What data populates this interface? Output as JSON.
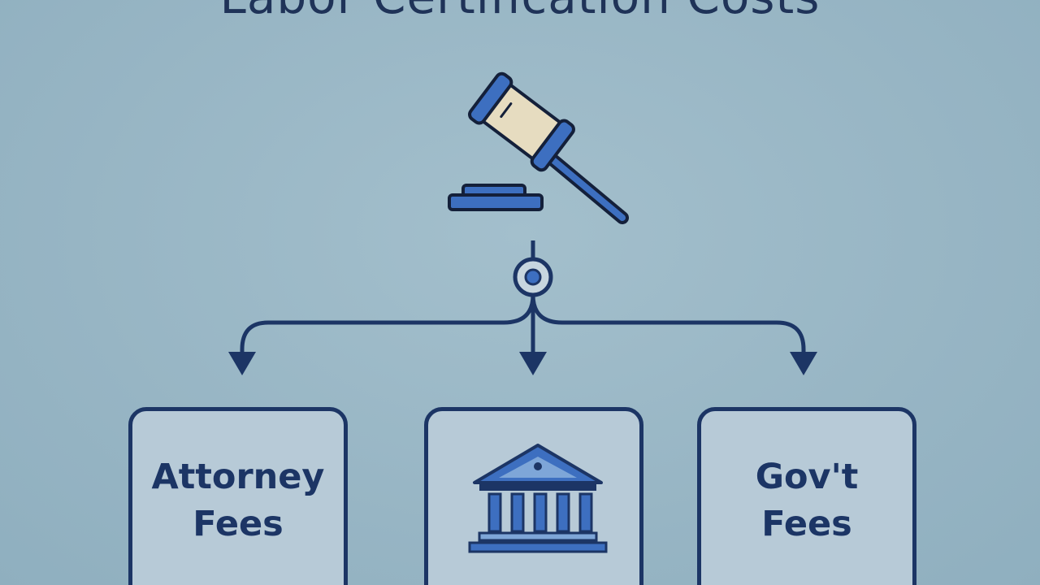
{
  "diagram": {
    "title": "Labor Certification Costs",
    "top_icon": "gavel-icon",
    "hub_icon": "hub-node-icon",
    "branches": [
      {
        "label_line1": "Attorney",
        "label_line2": "Fees",
        "icon": ""
      },
      {
        "label_line1": "",
        "label_line2": "",
        "icon": "bank-building-icon"
      },
      {
        "label_line1": "Gov't",
        "label_line2": "Fees",
        "icon": ""
      }
    ]
  },
  "colors": {
    "background": "#9bb8c7",
    "outline": "#1c3565",
    "accent_blue": "#3d6fc0",
    "box_fill": "#b7cad7",
    "gavel_head": "#e6dcc0"
  }
}
